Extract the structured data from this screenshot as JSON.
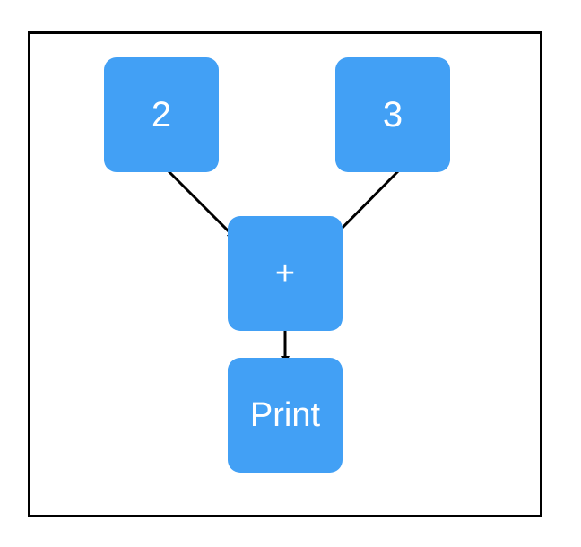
{
  "colors": {
    "node_fill": "#42a0f5",
    "node_text": "#ffffff",
    "edge": "#000000",
    "frame": "#000000"
  },
  "nodes": {
    "two": {
      "label": "2"
    },
    "three": {
      "label": "3"
    },
    "plus": {
      "label": "+"
    },
    "print": {
      "label": "Print"
    }
  },
  "edges": [
    {
      "from": "two",
      "to": "plus"
    },
    {
      "from": "three",
      "to": "plus"
    },
    {
      "from": "plus",
      "to": "print"
    }
  ]
}
